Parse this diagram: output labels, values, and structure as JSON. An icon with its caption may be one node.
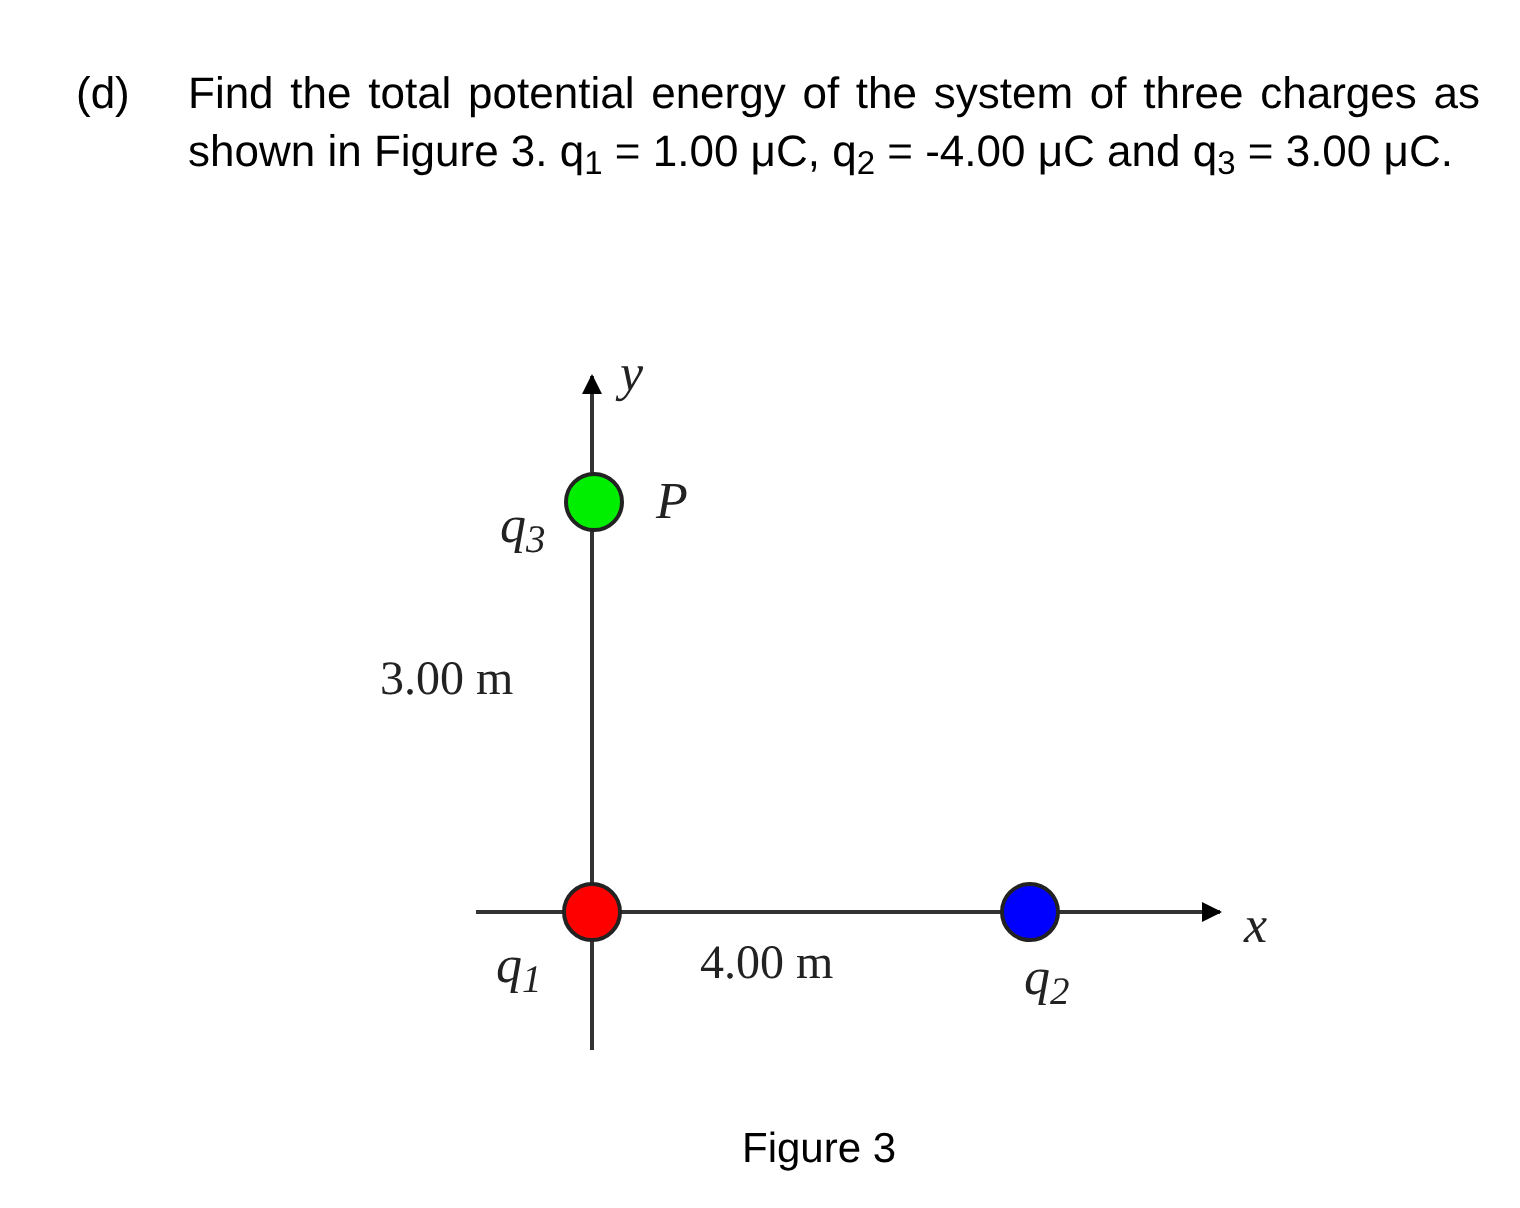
{
  "diagram": {
    "caption": "Figure 3",
    "nodes": [
      {
        "text": [],
        "shape": "circle",
        "beside": [
          "q$_{3}$",
          "P"
        ]
      },
      {
        "text": [],
        "shape": "circle",
        "beside": [
          "q$_{1}$"
        ]
      },
      {
        "text": [],
        "shape": "circle",
        "beside": [
          "q$_{2}$"
        ]
      }
    ],
    "labels": [
      "(d)",
      "Find the total potential energy of the system of three charges as shown in Figure 3. q$_{1}$ = 1.00 μC, q$_{2}$ = -4.00 μC and q$_{3}$ = 3.00 μC.",
      "y",
      "3.00 m",
      "4.00 m",
      "x"
    ]
  }
}
